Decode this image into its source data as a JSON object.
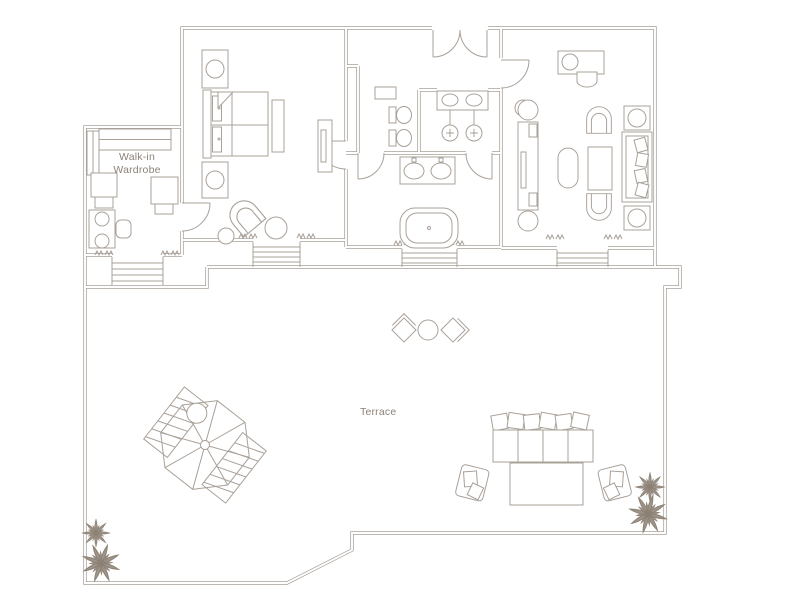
{
  "labels": {
    "wardrobe_line1": "Walk-in",
    "wardrobe_line2": "Wardrobe",
    "terrace": "Terrace"
  },
  "colors": {
    "background": "#ffffff",
    "line": "#a9a098",
    "text": "#8c8277",
    "plant": "#8d8175"
  },
  "icons": {
    "bed-symbol": "svg-shape",
    "nightstand-symbol": "svg-shape",
    "wardrobe-rail-symbol": "svg-shape",
    "desk-symbol": "svg-shape",
    "armchair-symbol": "svg-shape",
    "toilet-symbol": "svg-shape",
    "bidet-symbol": "svg-shape",
    "shower-symbol": "svg-shape",
    "double-vanity-symbol": "svg-shape",
    "bathtub-symbol": "svg-shape",
    "sofa-symbol": "svg-shape",
    "coffee-table-symbol": "svg-shape",
    "parasol-loungers-symbol": "svg-shape",
    "bistro-set-symbol": "svg-shape",
    "plant-symbol": "svg-shape",
    "steps-symbol": "svg-shape",
    "door-swing-symbol": "svg-shape",
    "threshold-marker": "svg-shape"
  }
}
